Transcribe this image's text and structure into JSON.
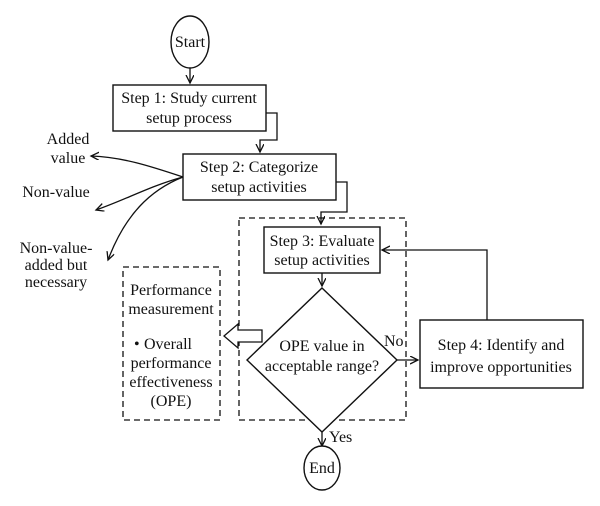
{
  "nodes": {
    "start": "Start",
    "step1": [
      "Step 1: Study current",
      "setup process"
    ],
    "step2": [
      "Step 2: Categorize",
      "setup activities"
    ],
    "step3": [
      "Step 3: Evaluate",
      "setup activities"
    ],
    "decision": [
      "OPE value in",
      "acceptable range?"
    ],
    "step4": [
      "Step 4: Identify and",
      "improve opportunities"
    ],
    "end": "End"
  },
  "categories": {
    "added": [
      "Added",
      "value"
    ],
    "non_value": [
      "Non-value"
    ],
    "necessary": [
      "Non-value-",
      "added but",
      "necessary"
    ]
  },
  "measurement": {
    "title": [
      "Performance",
      "measurement"
    ],
    "bullet": "•",
    "item": [
      "Overall",
      "performance",
      "effectiveness",
      "(OPE)"
    ]
  },
  "edge_labels": {
    "no": "No",
    "yes": "Yes"
  }
}
